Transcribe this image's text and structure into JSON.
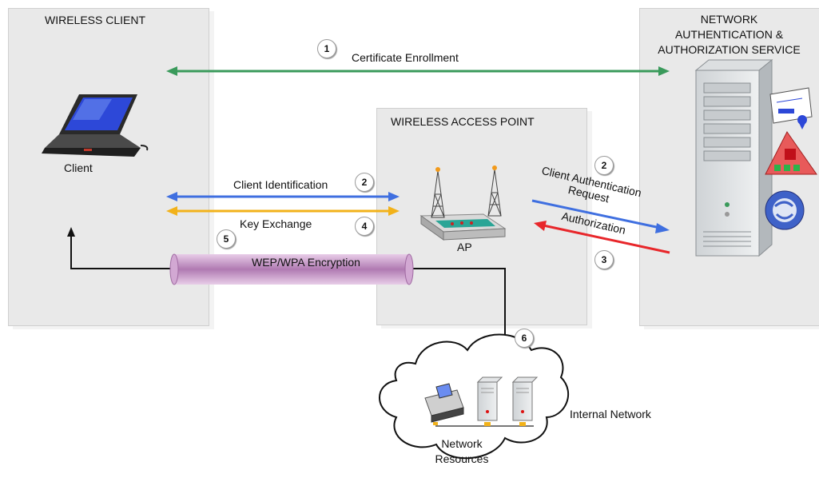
{
  "panels": {
    "client": "WIRELESS CLIENT",
    "ap": "WIRELESS ACCESS POINT",
    "service_lines": [
      "NETWORK",
      "AUTHENTICATION &",
      "AUTHORIZATION SERVICE"
    ]
  },
  "labels": {
    "client": "Client",
    "ap": "AP",
    "certificate_enrollment": "Certificate Enrollment",
    "client_identification": "Client Identification",
    "key_exchange": "Key Exchange",
    "wep_wpa": "WEP/WPA Encryption",
    "client_auth_request_lines": [
      "Client Authentication",
      "Request"
    ],
    "authorization": "Authorization",
    "internal_network": "Internal Network",
    "network_resources_lines": [
      "Network",
      "Resources"
    ]
  },
  "steps": [
    "1",
    "2",
    "4",
    "5",
    "2",
    "3",
    "6"
  ],
  "colors": {
    "enrollment": "#3a9a5b",
    "identification": "#3f6fe0",
    "key_exchange": "#f2b21a",
    "authorization": "#e8262a",
    "tunnel": "#b783b8"
  }
}
